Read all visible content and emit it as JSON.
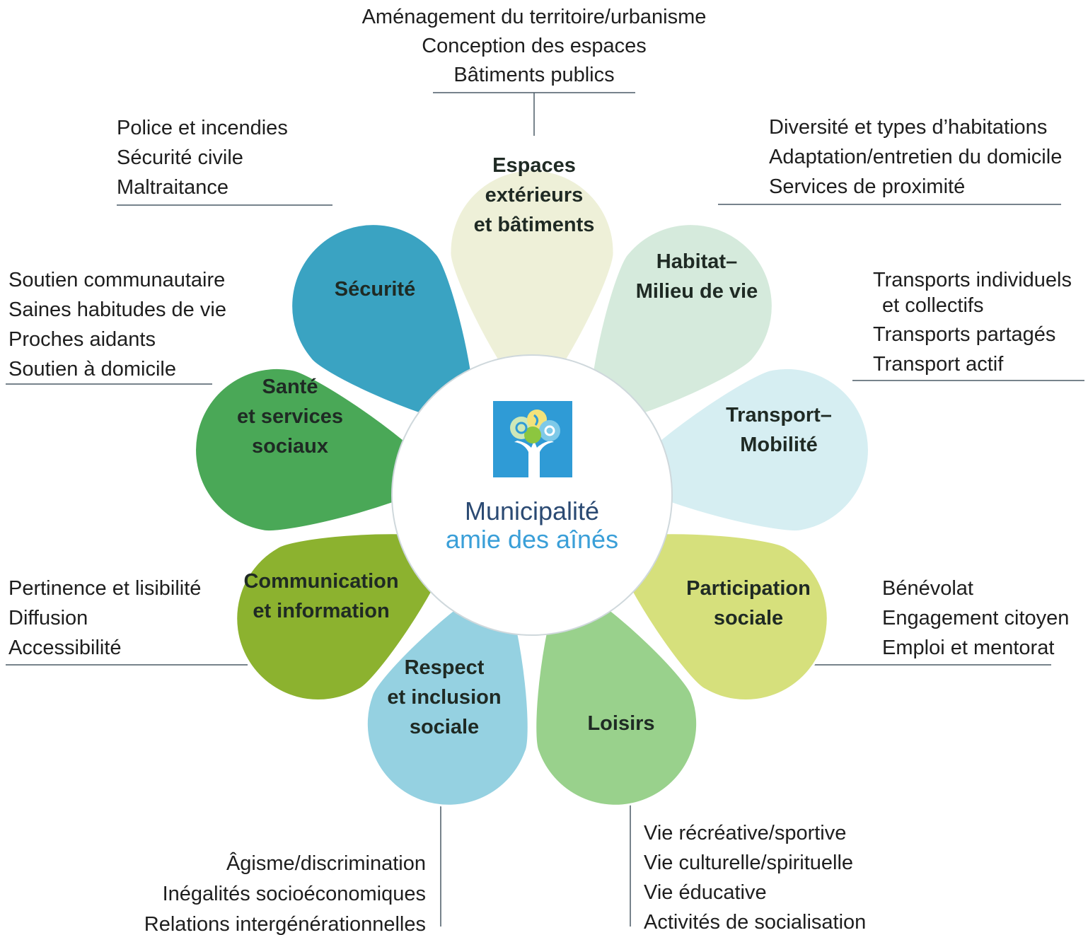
{
  "center": {
    "logo_icon": "tree-logo-icon",
    "title": "Municipalité",
    "subtitle": "amie des aînés",
    "title_color": "#2b4a73",
    "subtitle_color": "#3a9fd8"
  },
  "petals": [
    {
      "id": "espaces",
      "label": [
        "Espaces",
        "extérieurs",
        "et bâtiments"
      ],
      "color": "#eef0d8",
      "items": [
        "Aménagement du territoire/urbanisme",
        "Conception des espaces",
        "Bâtiments publics"
      ]
    },
    {
      "id": "habitat",
      "label": [
        "Habitat–",
        "Milieu de vie"
      ],
      "color": "#d5eadc",
      "items": [
        "Diversité et types d’habitations",
        "Adaptation/entretien du domicile",
        "Services de proximité"
      ]
    },
    {
      "id": "transport",
      "label": [
        "Transport–",
        "Mobilité"
      ],
      "color": "#d6eef2",
      "items": [
        "Transports individuels",
        "et collectifs",
        "Transports partagés",
        "Transport actif"
      ]
    },
    {
      "id": "participation",
      "label": [
        "Participation",
        "sociale"
      ],
      "color": "#d6e07c",
      "items": [
        "Bénévolat",
        "Engagement citoyen",
        "Emploi et mentorat"
      ]
    },
    {
      "id": "loisirs",
      "label": [
        "Loisirs"
      ],
      "color": "#99d18c",
      "items": [
        "Vie récréative/sportive",
        "Vie culturelle/spirituelle",
        "Vie éducative",
        "Activités de socialisation"
      ]
    },
    {
      "id": "respect",
      "label": [
        "Respect",
        "et inclusion",
        "sociale"
      ],
      "color": "#95d1e1",
      "items": [
        "Âgisme/discrimination",
        "Inégalités socioéconomiques",
        "Relations intergénérationnelles"
      ]
    },
    {
      "id": "communication",
      "label": [
        "Communication",
        "et information"
      ],
      "color": "#8cb22f",
      "items": [
        "Pertinence et lisibilité",
        "Diffusion",
        "Accessibilité"
      ]
    },
    {
      "id": "sante",
      "label": [
        "Santé",
        "et services",
        "sociaux"
      ],
      "color": "#4aa857",
      "items": [
        "Soutien communautaire",
        "Saines habitudes de vie",
        "Proches aidants",
        "Soutien à domicile"
      ]
    },
    {
      "id": "securite",
      "label": [
        "Sécurité"
      ],
      "color": "#3aa3c2",
      "items": [
        "Police et incendies",
        "Sécurité civile",
        "Maltraitance"
      ]
    }
  ]
}
